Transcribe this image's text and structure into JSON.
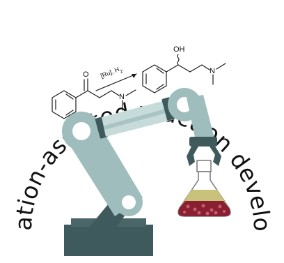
{
  "header_text": "Automation-assisted reaction development",
  "reaction": {
    "conditions": "[Ru], H",
    "conditions_subscript": "2",
    "hydroxyl_label": "OH",
    "reactant_ketone_label": "O",
    "reactant_amine_label": "N",
    "product_amine_label": "N"
  },
  "colors": {
    "robot_light": "#9fbdbd",
    "robot_dark": "#3f5a5c",
    "joint": "#ffffff",
    "flask_liquid": "#b8b06a",
    "flask_beads": "#8a1f32",
    "text": "#111111"
  },
  "icons": [
    "robot-arm-icon",
    "erlenmeyer-flask-icon"
  ]
}
